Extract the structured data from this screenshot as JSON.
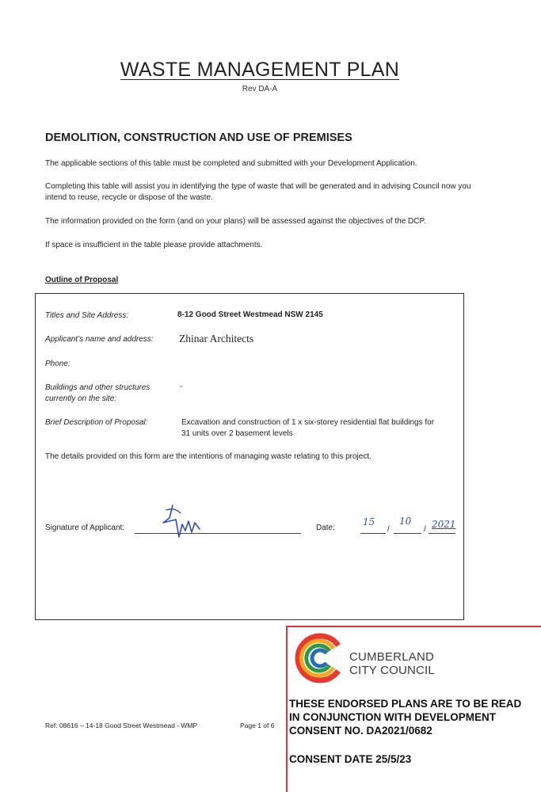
{
  "header": {
    "title": "WASTE MANAGEMENT PLAN",
    "revision": "Rev DA-A"
  },
  "section": {
    "heading": "DEMOLITION, CONSTRUCTION AND USE OF PREMISES",
    "paragraphs": [
      "The applicable sections of this table must be completed and submitted with your Development Application.",
      "Completing this table will assist you in identifying the type of waste that will be generated and in advising Council now you intend to reuse, recycle or dispose of the waste.",
      "The information provided on the form (and on your plans) will be assessed against the objectives of the DCP.",
      "If space is insufficient in the table please provide attachments."
    ]
  },
  "outline": {
    "heading": "Outline of Proposal",
    "fields": [
      {
        "label": "Titles and Site Address:",
        "value": "8-12 Good Street Westmead NSW 2145"
      },
      {
        "label": "Applicant’s name and address:",
        "value": "Zhinar Architects"
      },
      {
        "label": "Phone:",
        "value": ""
      },
      {
        "label": "Buildings and other structures currently on the site:",
        "value": "-"
      },
      {
        "label": "Brief Description of Proposal:",
        "value": "Excavation and construction of 1 x six-storey residential flat buildings for 31 units over 2  basement levels"
      }
    ],
    "intent_note": "The details provided on this form are the intentions of managing waste relating to this project.",
    "signature_label": "Signature of Applicant:",
    "date_label": "Date:",
    "date": {
      "day": "15",
      "month": "10",
      "year": "2021",
      "separator": "/"
    }
  },
  "footer": {
    "reference": "Ref: 08616 – 14-18 Good Street Westmead - WMP",
    "page": "Page 1 of 6"
  },
  "stamp": {
    "council_line1": "CUMBERLAND",
    "council_line2": "CITY COUNCIL",
    "endorsement_lines": [
      "THESE ENDORSED PLANS ARE TO BE READ",
      "IN CONJUNCTION WITH DEVELOPMENT",
      "CONSENT NO. DA2021/0682"
    ],
    "consent_date": "CONSENT DATE 25/5/23",
    "logo_colors": [
      "#e63b2e",
      "#f7a823",
      "#2e9a47",
      "#2a6db5"
    ],
    "border_color": "#d9363e"
  }
}
